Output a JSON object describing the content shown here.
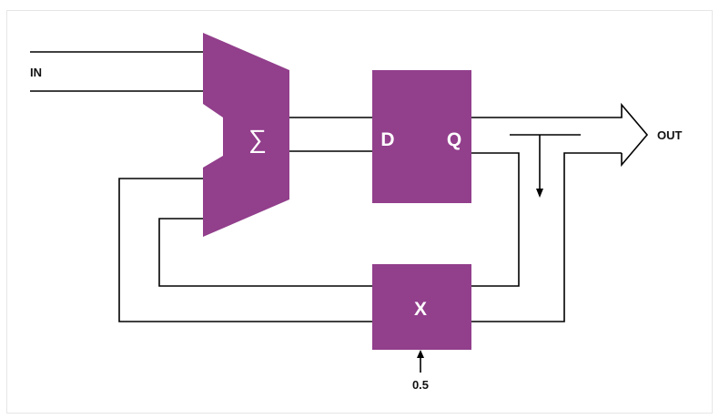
{
  "colors": {
    "block_fill": "#923f8c",
    "wire": "#000000",
    "frame": "#e6e6e6",
    "label_text": "#111111",
    "block_text": "#ffffff"
  },
  "labels": {
    "input": "IN",
    "output": "OUT",
    "gain_value": "0.5"
  },
  "blocks": {
    "adder": {
      "symbol": "∑"
    },
    "register": {
      "d_port": "D",
      "q_port": "Q"
    },
    "multiplier": {
      "symbol": "X"
    }
  }
}
